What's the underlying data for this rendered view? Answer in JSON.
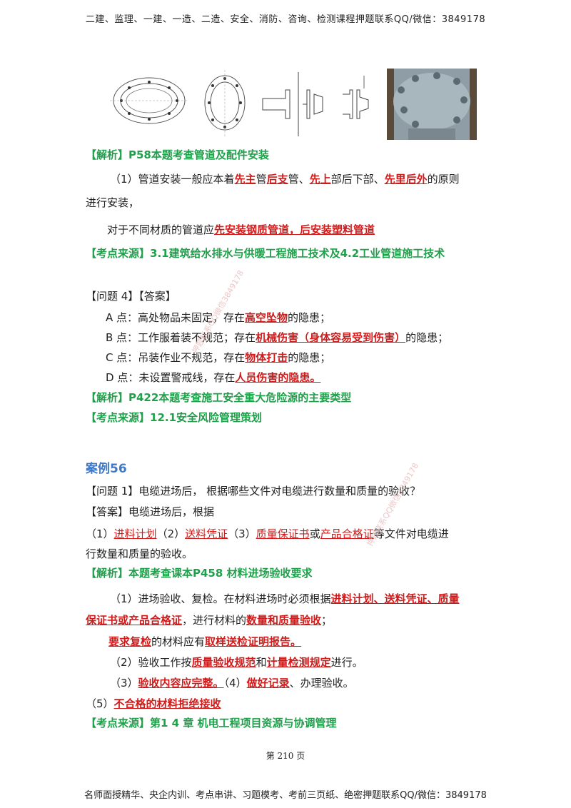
{
  "header": "二建、监理、一建、一造、二造、安全、消防、咨询、检测课程押题联系QQ/微信：3849178",
  "footer": "名师面授精华、央企内训、考点串讲、习题模考、考前三页纸、绝密押题联系QQ/微信：3849178",
  "page_number": "第 210 页",
  "watermark": "押题联系QQ微信3849178",
  "section1": {
    "analysis": "【解析】P58本题考查管道及配件安装",
    "p1_a": "（1）管道安装一般应本着",
    "p1_k1": "先主",
    "p1_b": "管",
    "p1_k2": "后支",
    "p1_c": "管、",
    "p1_k3": "先上",
    "p1_d": "部后下部、",
    "p1_k4": "先里后外",
    "p1_e": "的原则",
    "p1_f": "进行安装，",
    "p2_a": "对于不同材质的管道应",
    "p2_k": "先安装钢质管道，后安装塑料管道",
    "source": "【考点来源】3.1建筑给水排水与供暖工程施工技术及4.2工业管道施工技术"
  },
  "q4": {
    "title": "【问题 4】【答案】",
    "a_pre": "A 点：高处物品未固定，存在",
    "a_k": "高空坠物",
    "a_post": "的隐患；",
    "b_pre": "B 点：工作服着装不规范；存在",
    "b_k": "机械伤害（身体容易受到伤害）",
    "b_post": "的隐患；",
    "c_pre": "C 点：吊装作业不规范，存在",
    "c_k": "物体打击",
    "c_post": "的隐患；",
    "d_pre": "D 点：未设置警戒线，存在",
    "d_k": "人员伤害的隐患。",
    "analysis": "【解析】P422本题考查施工安全重大危险源的主要类型",
    "source": "【考点来源】12.1安全风险管理策划"
  },
  "case56": {
    "title": "案例56",
    "q1": "【问题 1】电缆进场后， 根据哪些文件对电缆进行数量和质量的验收？",
    "ans": "【答案】电缆进场后，根据",
    "l1_a": "（1）",
    "l1_k1": "进料计划",
    "l1_b": "（2）",
    "l1_k2": "送料凭证",
    "l1_c": "（3）",
    "l1_k3": "质量保证书",
    "l1_d": "或",
    "l1_k4": "产品合格证",
    "l1_e": "等文件对电缆进",
    "l2": "行数量和质量的验收。",
    "analysis": "【解析】本题考查课本P458 材料进场验收要求",
    "p1_a": "（1）进场验收、复检。在材料进场时必须根据",
    "p1_k": "进料计划、送料凭证、质量",
    "p2_k": "保证书或产品合格证",
    "p2_a": "，进行材料的",
    "p2_k2": "数量和质量验收",
    "p2_b": "；",
    "p3_k1": "要求复检",
    "p3_a": "的材料应有",
    "p3_k2": "取样送检证明报告。",
    "p4_a": "（2）验收工作按",
    "p4_k1": "质量验收规范",
    "p4_b": "和",
    "p4_k2": "计量检测规定",
    "p4_c": "进行。",
    "p5_a": "（3）",
    "p5_k1": "验收内容应完整。",
    "p5_b": "（4）",
    "p5_k2": "做好记录",
    "p5_c": "、办理验收。",
    "p6_a": "（5）",
    "p6_k": "不合格的材料拒绝接收",
    "source": "【考点来源】第1 4 章 机电工程项目资源与协调管理"
  }
}
